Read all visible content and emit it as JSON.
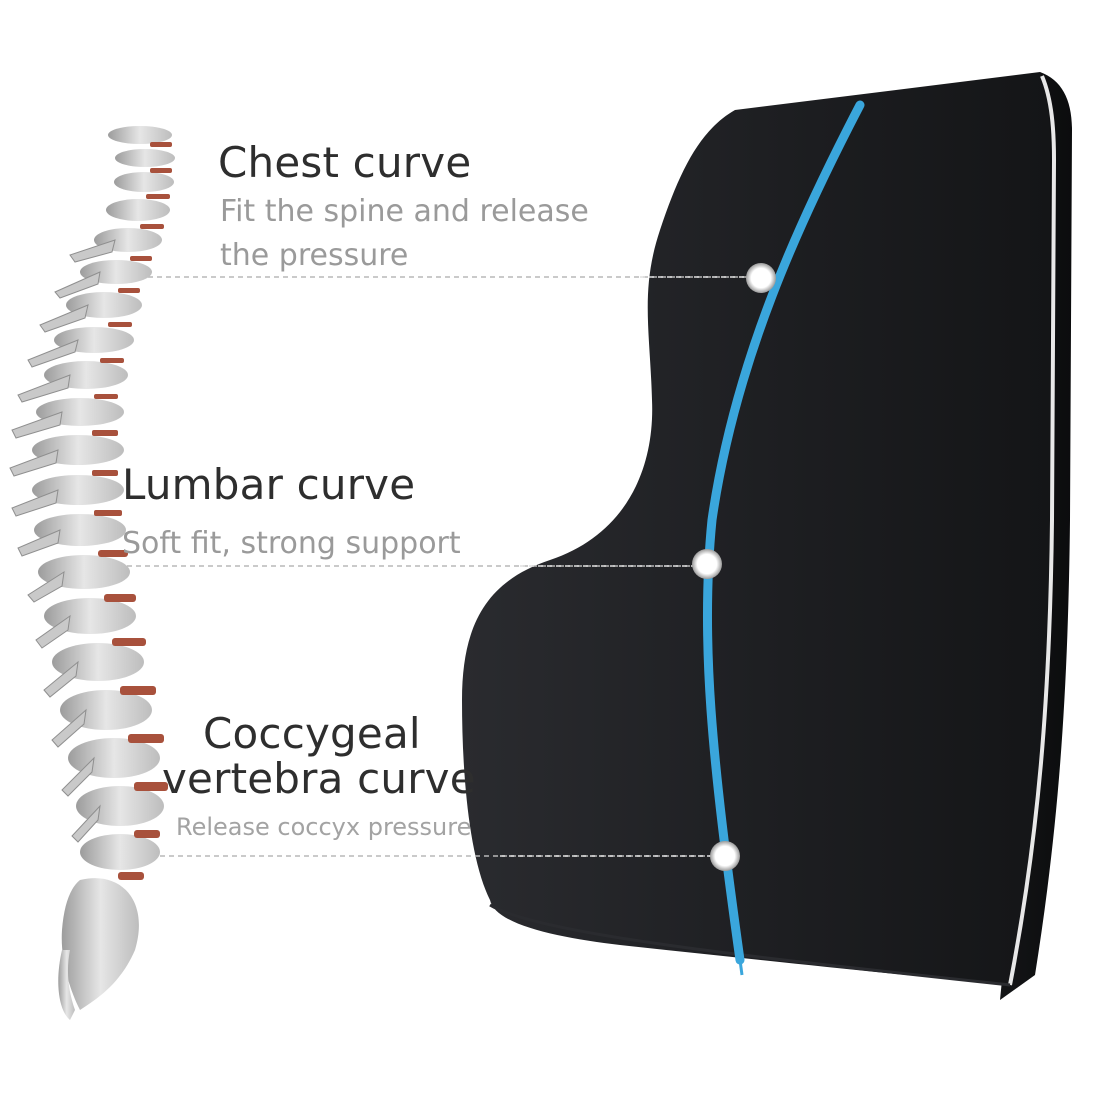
{
  "illustration": {
    "spine_label": "spine-illustration",
    "cushion_label": "lumbar-support-cushion",
    "colors": {
      "background": "#ffffff",
      "cushion": "#1e1f22",
      "cushion_edge": "#0f1012",
      "piping": "#e8e8e8",
      "spine_line": "#3aa6dc",
      "marker": "#ffffff",
      "bone": "#d9d9d9",
      "disc": "#a8513c",
      "leader": "#b0b0b0"
    }
  },
  "callouts": [
    {
      "id": "chest",
      "title": "Chest curve",
      "description_lines": [
        "Fit the spine and release",
        "the pressure"
      ]
    },
    {
      "id": "lumbar",
      "title": "Lumbar curve",
      "description_lines": [
        "Soft fit, strong support"
      ]
    },
    {
      "id": "coccygeal",
      "title_lines": [
        "Coccygeal",
        "vertebra curve"
      ],
      "description_lines": [
        "Release coccyx pressure"
      ]
    }
  ]
}
